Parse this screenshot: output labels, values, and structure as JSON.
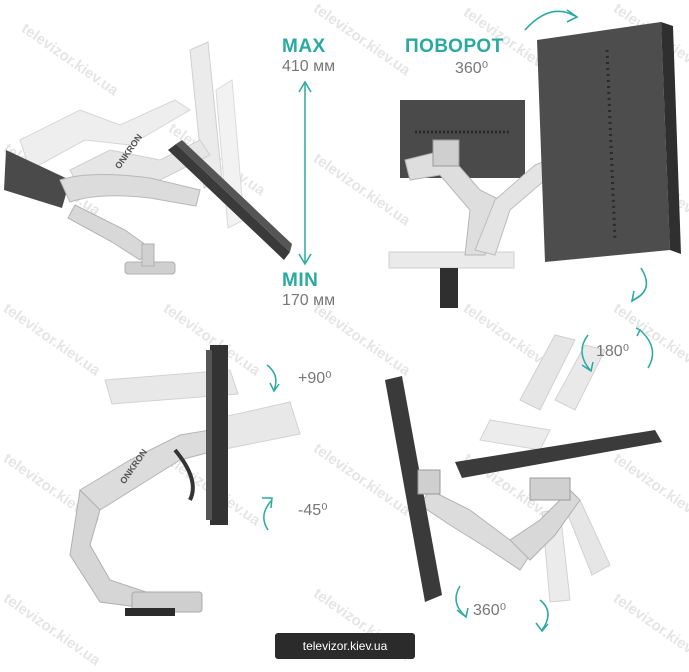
{
  "height_range": {
    "max_label": "MAX",
    "max_value": "410 мм",
    "min_label": "MIN",
    "min_value": "170 мм"
  },
  "rotation": {
    "label": "ПОВОРОТ",
    "value": "360⁰"
  },
  "swivel": {
    "value": "180⁰"
  },
  "tilt": {
    "up_value": "+90⁰",
    "down_value": "-45⁰"
  },
  "turn": {
    "value": "360⁰"
  },
  "brand": {
    "arm_logo_text": "ONKRON"
  },
  "watermark": {
    "text": "televizor.kiev.ua"
  },
  "banner": {
    "text": "televizor.kiev.ua"
  },
  "colors": {
    "accent": "#2aa9a0",
    "monitor_dark": "#3a3a3a",
    "arm_silver": "#d4d4d4"
  }
}
